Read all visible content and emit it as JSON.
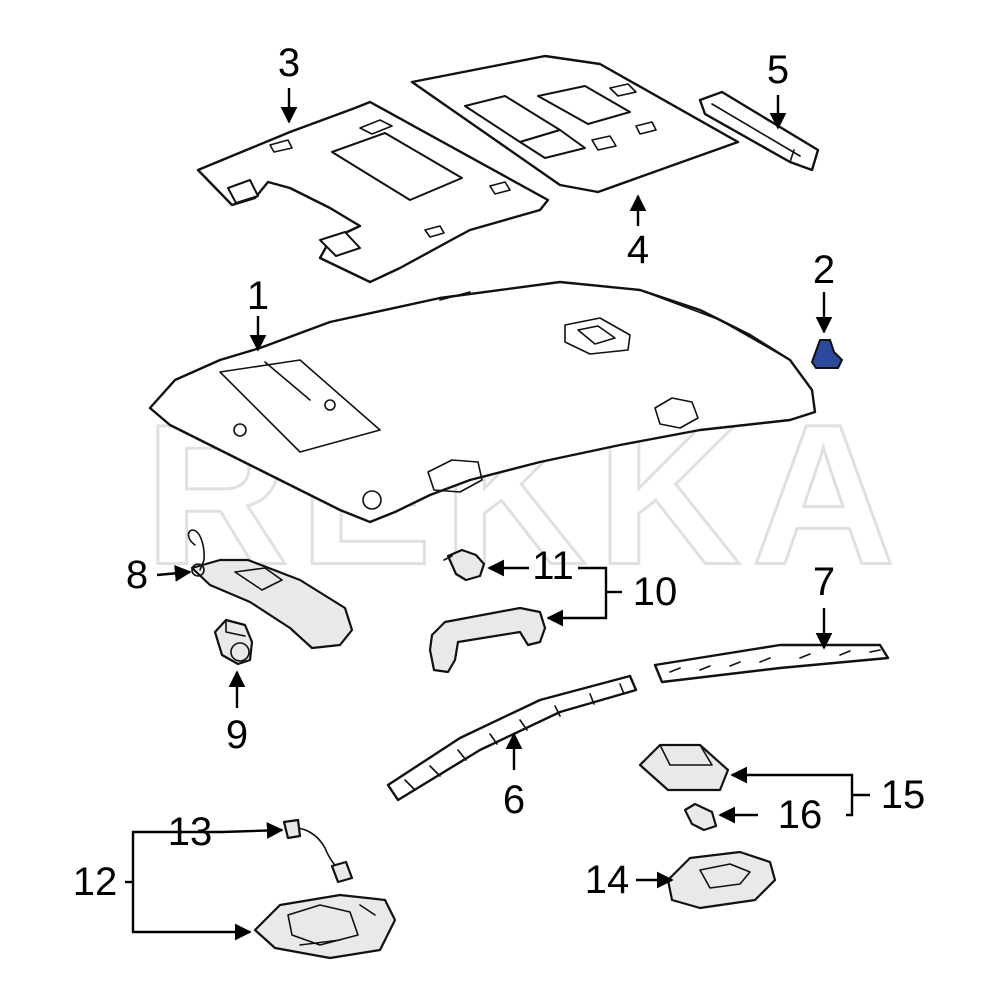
{
  "diagram": {
    "callouts": [
      {
        "id": "1",
        "label": "1"
      },
      {
        "id": "2",
        "label": "2"
      },
      {
        "id": "3",
        "label": "3"
      },
      {
        "id": "4",
        "label": "4"
      },
      {
        "id": "5",
        "label": "5"
      },
      {
        "id": "6",
        "label": "6"
      },
      {
        "id": "7",
        "label": "7"
      },
      {
        "id": "8",
        "label": "8"
      },
      {
        "id": "9",
        "label": "9"
      },
      {
        "id": "10",
        "label": "10"
      },
      {
        "id": "11",
        "label": "11"
      },
      {
        "id": "12",
        "label": "12"
      },
      {
        "id": "13",
        "label": "13"
      },
      {
        "id": "14",
        "label": "14"
      },
      {
        "id": "15",
        "label": "15"
      },
      {
        "id": "16",
        "label": "16"
      }
    ],
    "highlight_color": "#2b4a9e",
    "watermark": "REKKA"
  }
}
